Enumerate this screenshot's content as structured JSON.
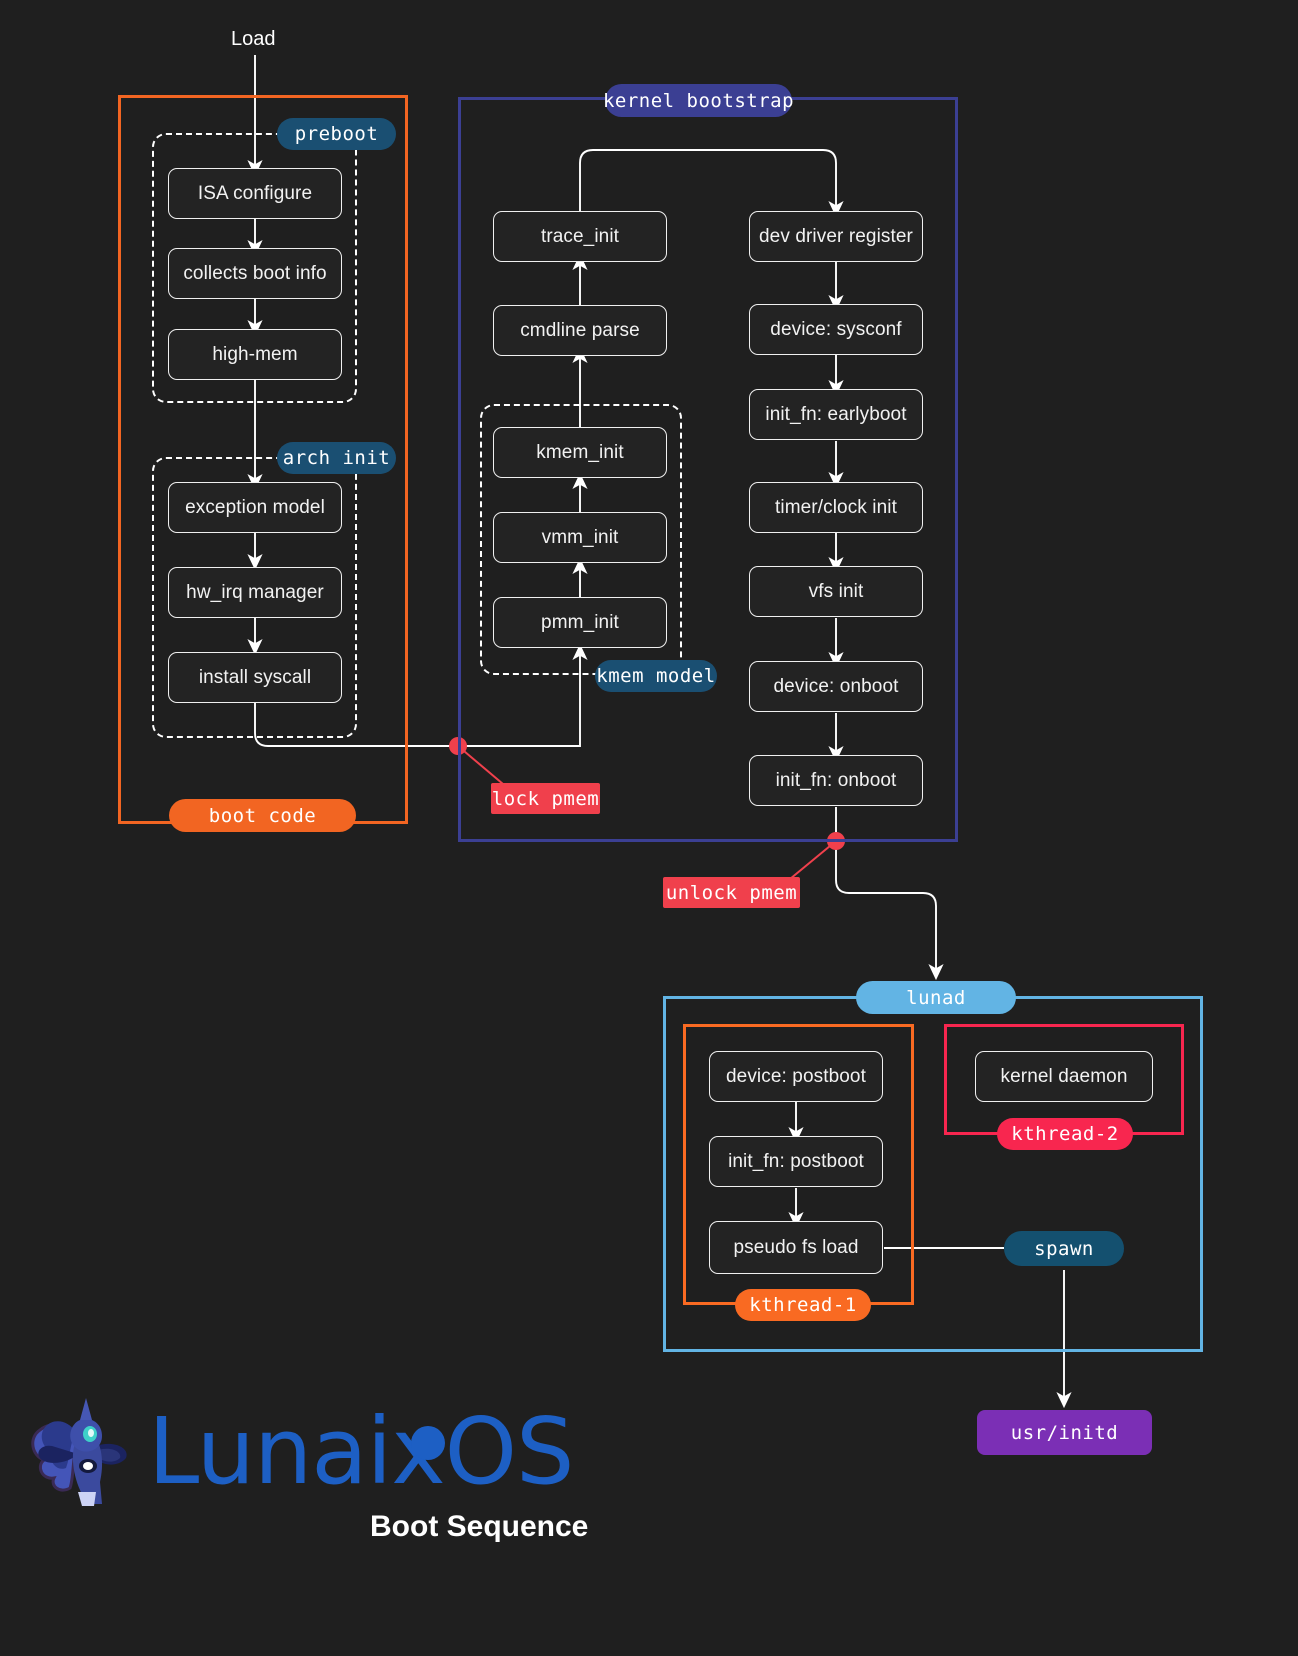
{
  "diagram": {
    "entry_label": "Load",
    "caption": "Boot Sequence",
    "logo_text": "LunaixOS"
  },
  "colors": {
    "background": "#1f1f1f",
    "node_border": "#f0f0f0",
    "boot_code_orange": "#f26522",
    "kernel_bootstrap_navy": "#3b3f93",
    "badge_blue": "#1a4f72",
    "lock_red": "#f0404c",
    "lunad_blue": "#62b4e4",
    "kthread2_pink": "#f8264f",
    "kthread1_orange": "#f96a22",
    "initd_purple": "#7b2fb5",
    "logo_blue": "#1d5fc4"
  },
  "groups": {
    "boot_code": {
      "label": "boot code",
      "color": "#f26522"
    },
    "kernel_bootstrap": {
      "label": "kernel bootstrap",
      "color": "#3b3f93"
    },
    "preboot": {
      "label": "preboot"
    },
    "arch_init": {
      "label": "arch init"
    },
    "kmem_model": {
      "label": "kmem model"
    },
    "lunad": {
      "label": "lunad",
      "color": "#62b4e4"
    },
    "kthread_1": {
      "label": "kthread-1",
      "color": "#f96a22"
    },
    "kthread_2": {
      "label": "kthread-2",
      "color": "#f8264f"
    }
  },
  "markers": {
    "lock_pmem": "lock pmem",
    "unlock_pmem": "unlock pmem",
    "spawn": "spawn",
    "usr_initd": "usr/initd"
  },
  "nodes": {
    "preboot": [
      {
        "id": "isa-configure",
        "label": "ISA configure"
      },
      {
        "id": "collects-boot-info",
        "label": "collects boot info"
      },
      {
        "id": "high-mem",
        "label": "high-mem"
      }
    ],
    "arch_init": [
      {
        "id": "exception-model",
        "label": "exception model"
      },
      {
        "id": "hw-irq-manager",
        "label": "hw_irq manager"
      },
      {
        "id": "install-syscall",
        "label": "install syscall"
      }
    ],
    "kernel_left": [
      {
        "id": "trace-init",
        "label": "trace_init"
      },
      {
        "id": "cmdline-parse",
        "label": "cmdline parse"
      }
    ],
    "kmem_model": [
      {
        "id": "kmem-init",
        "label": "kmem_init"
      },
      {
        "id": "vmm-init",
        "label": "vmm_init"
      },
      {
        "id": "pmm-init",
        "label": "pmm_init"
      }
    ],
    "kernel_right": [
      {
        "id": "dev-driver-register",
        "label": "dev driver register"
      },
      {
        "id": "device-sysconf",
        "label": "device: sysconf"
      },
      {
        "id": "init-fn-earlyboot",
        "label": "init_fn: earlyboot"
      },
      {
        "id": "timer-clock-init",
        "label": "timer/clock init"
      },
      {
        "id": "vfs-init",
        "label": "vfs init"
      },
      {
        "id": "device-onboot",
        "label": "device: onboot"
      },
      {
        "id": "init-fn-onboot",
        "label": "init_fn: onboot"
      }
    ],
    "kthread_1": [
      {
        "id": "device-postboot",
        "label": "device: postboot"
      },
      {
        "id": "init-fn-postboot",
        "label": "init_fn: postboot"
      },
      {
        "id": "pseudo-fs-load",
        "label": "pseudo fs load"
      }
    ],
    "kthread_2": [
      {
        "id": "kernel-daemon",
        "label": "kernel daemon"
      }
    ]
  }
}
